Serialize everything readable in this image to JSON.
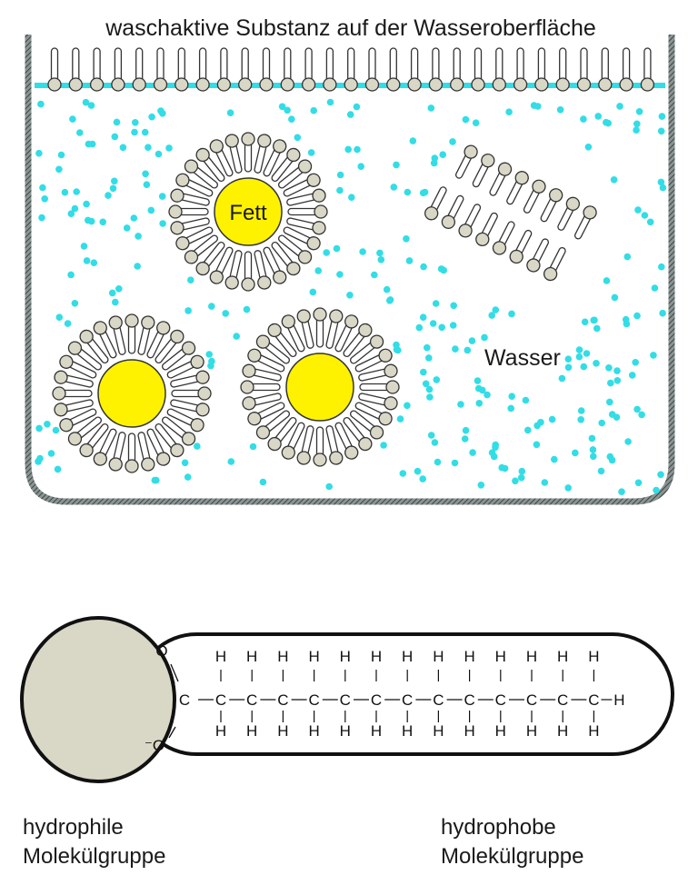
{
  "title": "waschaktive Substanz auf der Wasseroberfläche",
  "labels": {
    "fat": "Fett",
    "water": "Wasser",
    "hydrophilic": [
      "hydrophile",
      "Molekülgruppe"
    ],
    "hydrophobic": [
      "hydrophobe",
      "Molekülgruppe"
    ]
  },
  "molecule": {
    "oxygen_top": "O",
    "oxygen_bottom": "⁻O",
    "carboxyl_carbon": "C",
    "chain_carbons": 13,
    "chain_carbon_symbol": "C",
    "hydrogen_symbol": "H",
    "terminal_hydrogen": "H"
  },
  "colors": {
    "water": "#33dde6",
    "fat": "#fff200",
    "head": "#d9d7c6",
    "outline": "#333333",
    "container": "#55605f"
  }
}
